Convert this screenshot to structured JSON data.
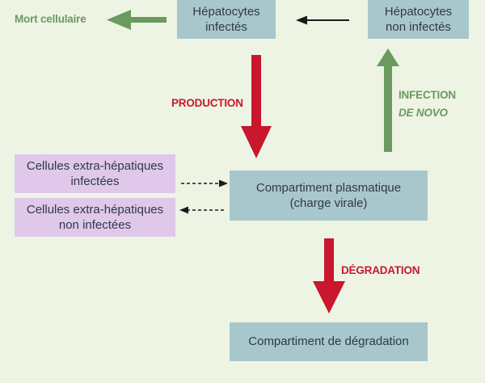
{
  "colors": {
    "background": "#eef4e4",
    "box_blue": "#a8c7cc",
    "box_purple": "#dfc8ea",
    "arrow_red": "#c8172e",
    "arrow_green": "#6a9a60",
    "arrow_black": "#1a1a1a"
  },
  "nodes": {
    "infected_hepatocytes": {
      "line1": "Hépatocytes",
      "line2": "infectés"
    },
    "uninfected_hepatocytes": {
      "line1": "Hépatocytes",
      "line2": "non infectés"
    },
    "plasma_compartment": {
      "line1": "Compartiment plasmatique",
      "line2": "(charge virale)"
    },
    "infected_extrahepatic": {
      "line1": "Cellules extra-hépatiques",
      "line2": "infectées"
    },
    "uninfected_extrahepatic": {
      "line1": "Cellules extra-hépatiques",
      "line2": "non infectées"
    },
    "degradation_compartment": {
      "line1": "Compartiment de dégradation"
    }
  },
  "labels": {
    "cell_death": "Mort cellulaire",
    "production": "PRODUCTION",
    "infection_line1": "INFECTION",
    "infection_line2": "DE NOVO",
    "degradation": "DÉGRADATION"
  }
}
